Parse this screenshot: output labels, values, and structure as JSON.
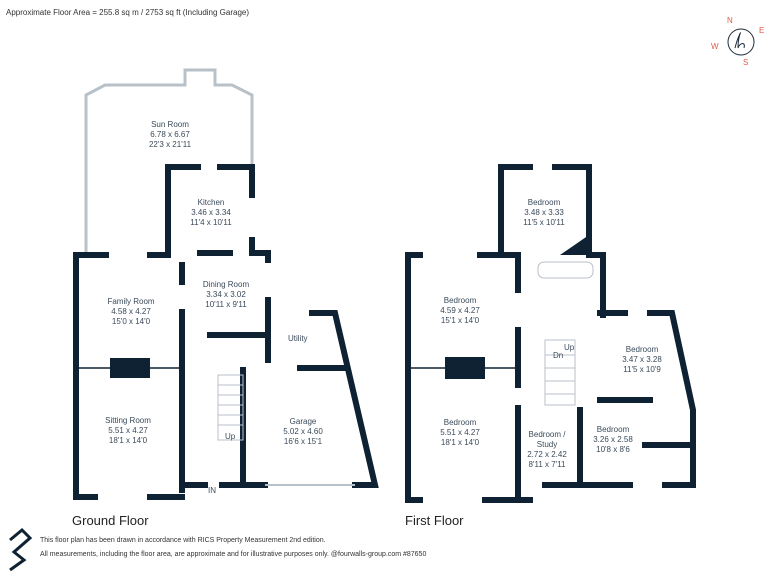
{
  "header": {
    "floor_area": "Approximate Floor Area = 255.8 sq m / 2753 sq ft (Including Garage)"
  },
  "compass": {
    "n": "N",
    "e": "E",
    "s": "S",
    "w": "W"
  },
  "ground_floor": {
    "title": "Ground Floor",
    "rooms": [
      {
        "name": "Sun Room",
        "metric": "6.78 x 6.67",
        "imperial": "22'3 x 21'11"
      },
      {
        "name": "Kitchen",
        "metric": "3.46 x 3.34",
        "imperial": "11'4 x 10'11"
      },
      {
        "name": "Dining Room",
        "metric": "3.34 x 3.02",
        "imperial": "10'11 x 9'11"
      },
      {
        "name": "Family Room",
        "metric": "4.58 x 4.27",
        "imperial": "15'0 x 14'0"
      },
      {
        "name": "Sitting Room",
        "metric": "5.51 x 4.27",
        "imperial": "18'1 x 14'0"
      },
      {
        "name": "Garage",
        "metric": "5.02 x 4.60",
        "imperial": "16'6 x 15'1"
      }
    ],
    "utility": "Utility",
    "stairs_up": "Up",
    "entrance": "IN"
  },
  "first_floor": {
    "title": "First Floor",
    "rooms": [
      {
        "name": "Bedroom",
        "metric": "3.48 x 3.33",
        "imperial": "11'5 x 10'11"
      },
      {
        "name": "Bedroom",
        "metric": "4.59 x 4.27",
        "imperial": "15'1 x 14'0"
      },
      {
        "name": "Bedroom",
        "metric": "5.51 x 4.27",
        "imperial": "18'1 x 14'0"
      },
      {
        "name": "Bedroom /",
        "name2": "Study",
        "metric": "2.72 x 2.42",
        "imperial": "8'11 x 7'11"
      },
      {
        "name": "Bedroom",
        "metric": "3.47 x 3.28",
        "imperial": "11'5 x 10'9"
      },
      {
        "name": "Bedroom",
        "metric": "3.26 x 2.58",
        "imperial": "10'8 x 8'6"
      }
    ],
    "stairs_up": "Up",
    "stairs_down": "Dn"
  },
  "footer": {
    "line1": "This floor plan has been drawn in accordance with RICS Property Measurement 2nd edition.",
    "line2": "All measurements, including the floor area, are approximate and for illustrative purposes only. @fourwalls-group.com #87650"
  },
  "colors": {
    "wall": "#0f2233",
    "thin": "#b8c0c8",
    "accent": "#e05a4a"
  }
}
